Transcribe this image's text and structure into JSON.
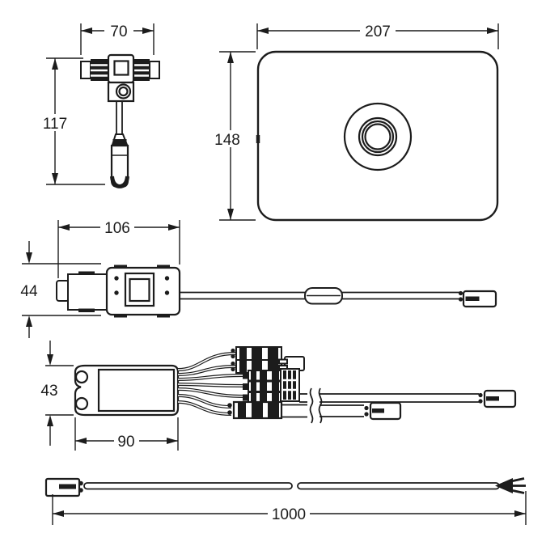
{
  "drawing": {
    "colors": {
      "line": "#1c1c1c",
      "background": "#ffffff"
    },
    "dimensions": {
      "valve_width": "70",
      "valve_height": "117",
      "plate_width": "207",
      "plate_height": "148",
      "sensor_length": "106",
      "sensor_height": "44",
      "control_height": "43",
      "control_width": "90",
      "cable_length": "1000"
    }
  }
}
